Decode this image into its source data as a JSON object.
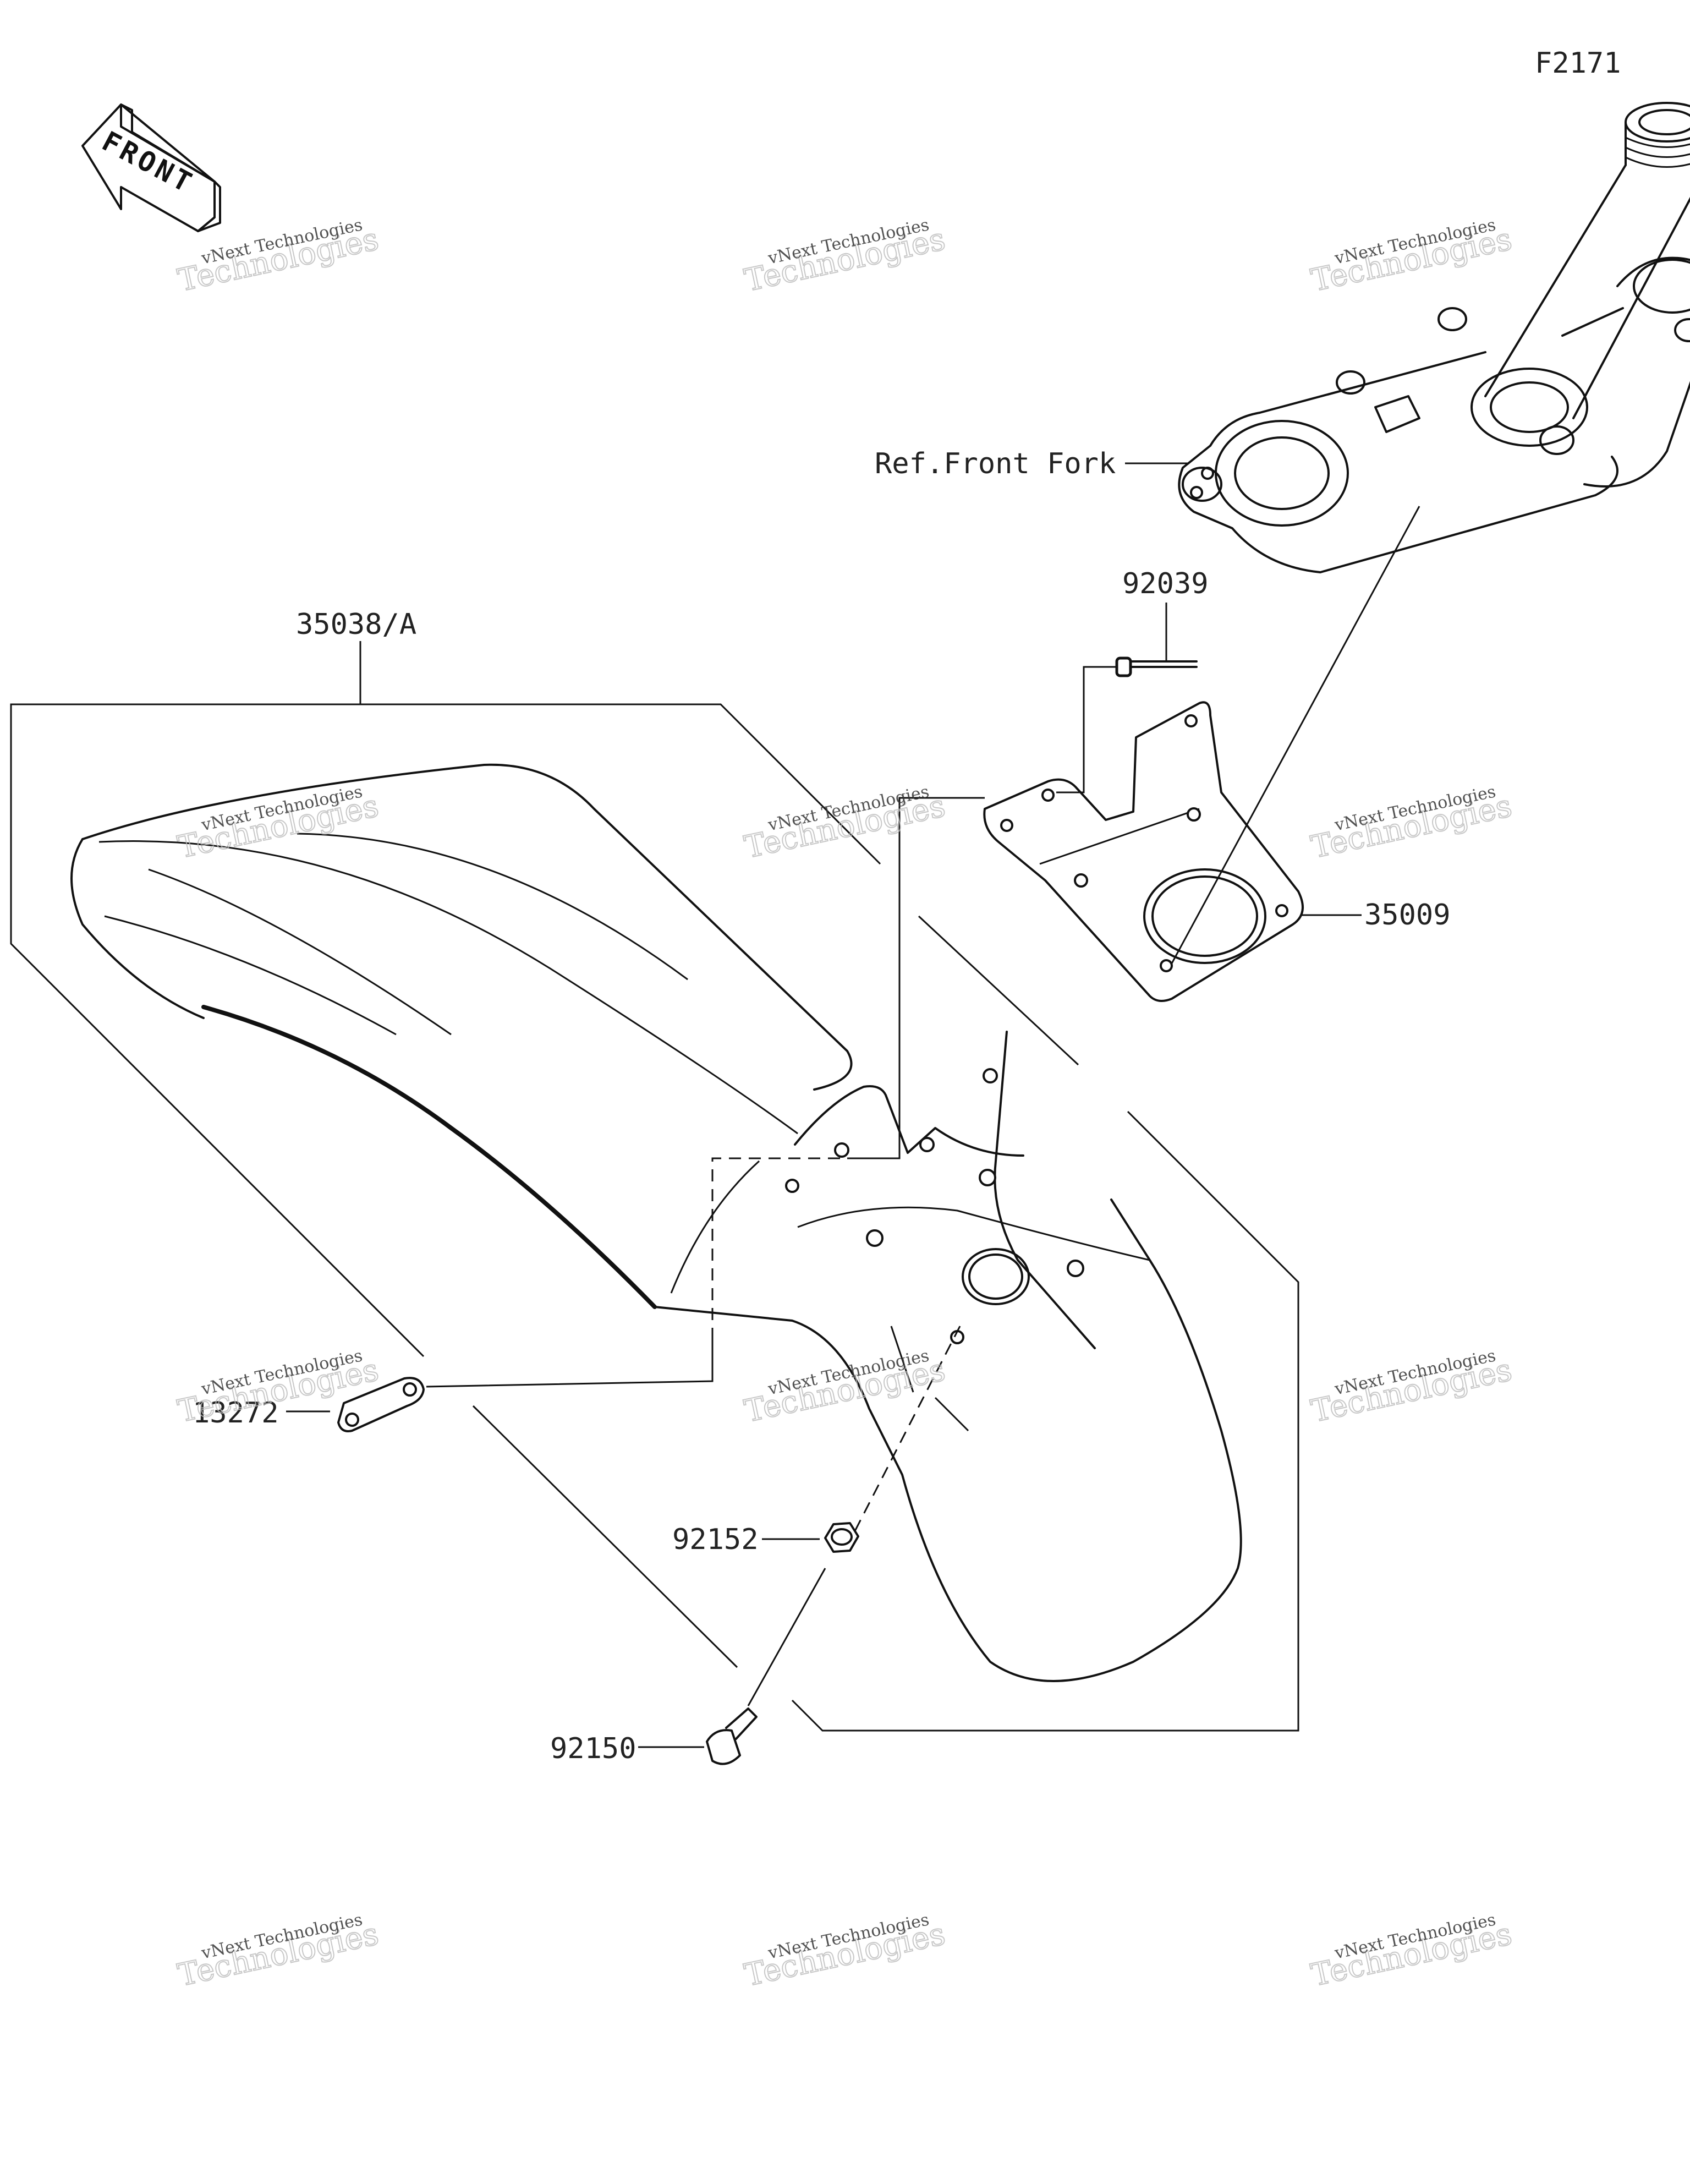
{
  "figure_code": "F2171",
  "front_arrow_text": "FRONT",
  "labels": {
    "ref_front_fork": "Ref.Front Fork",
    "part_35038": "35038/A",
    "part_92039": "92039",
    "part_35009": "35009",
    "part_13272": "13272",
    "part_92152": "92152",
    "part_92150": "92150"
  },
  "watermark": {
    "line1": "vNext Technologies",
    "line2": "Technologies"
  }
}
